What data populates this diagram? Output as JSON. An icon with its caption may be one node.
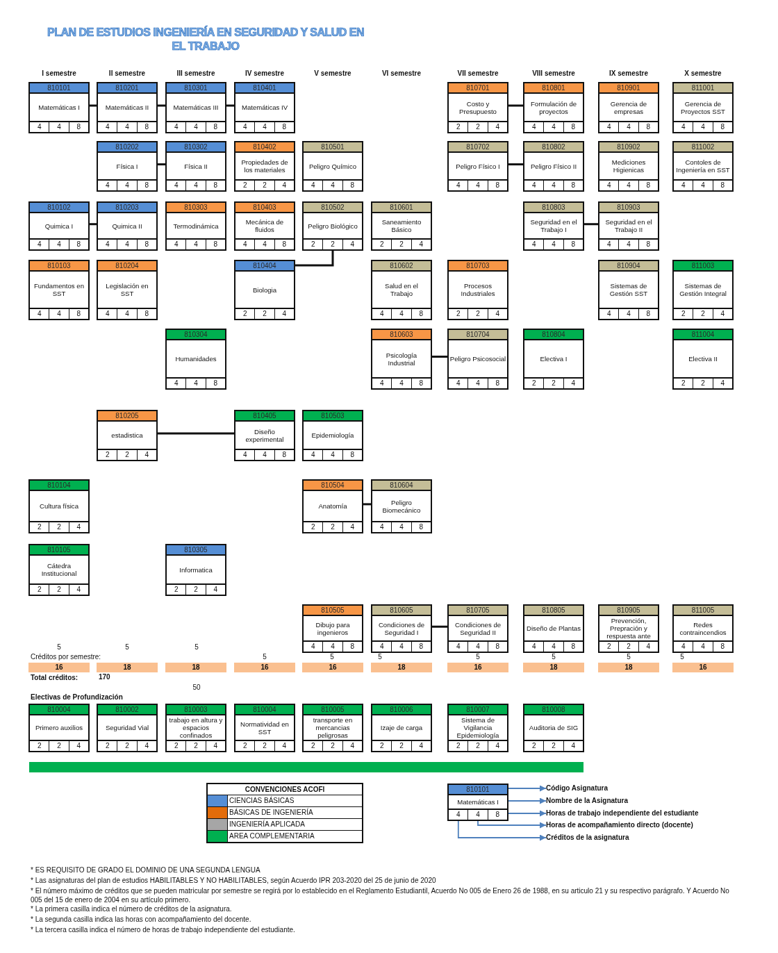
{
  "diagram": {
    "title": "PLAN DE ESTUDIOS INGENIERÍA EN SEGURIDAD Y SALUD EN EL TRABAJO",
    "nodes": [
      {
        "text": [
          "810101",
          "Matemáticas I",
          "4",
          "4",
          "8"
        ]
      },
      {
        "text": [
          "810201",
          "Matemáticas II",
          "4",
          "4",
          "8"
        ]
      },
      {
        "text": [
          "810301",
          "Matemáticas III",
          "4",
          "4",
          "8"
        ]
      },
      {
        "text": [
          "810401",
          "Matemáticas IV",
          "4",
          "4",
          "8"
        ]
      },
      {
        "text": [
          "810701",
          "Costo y Presupuesto",
          "2",
          "2",
          "4"
        ]
      },
      {
        "text": [
          "810801",
          "Formulación de proyectos",
          "4",
          "4",
          "8"
        ]
      },
      {
        "text": [
          "810901",
          "Gerencia de empresas",
          "4",
          "4",
          "8"
        ]
      },
      {
        "text": [
          "811001",
          "Gerencia de Proyectos SST",
          "4",
          "4",
          "8"
        ]
      },
      {
        "text": [
          "810202",
          "Física I",
          "4",
          "4",
          "8"
        ]
      },
      {
        "text": [
          "810302",
          "Física II",
          "4",
          "4",
          "8"
        ]
      },
      {
        "text": [
          "810402",
          "Propiedades de los materiales",
          "2",
          "2",
          "4"
        ]
      },
      {
        "text": [
          "810501",
          "Peligro Químico",
          "4",
          "4",
          "8"
        ]
      },
      {
        "text": [
          "810702",
          "Peligro Físico I",
          "4",
          "4",
          "8"
        ]
      },
      {
        "text": [
          "810802",
          "Peligro Físico II",
          "4",
          "4",
          "8"
        ]
      },
      {
        "text": [
          "810902",
          "Mediciones Higienicas",
          "4",
          "4",
          "8"
        ]
      },
      {
        "text": [
          "811002",
          "Contoles de Ingeniería en SST",
          "4",
          "4",
          "8"
        ]
      },
      {
        "text": [
          "810102",
          "Quimica I",
          "4",
          "4",
          "8"
        ]
      },
      {
        "text": [
          "810203",
          "Quimica II",
          "4",
          "4",
          "8"
        ]
      },
      {
        "text": [
          "810303",
          "Termodinámica",
          "4",
          "4",
          "8"
        ]
      },
      {
        "text": [
          "810403",
          "Mecánica de fluidos",
          "4",
          "4",
          "8"
        ]
      },
      {
        "text": [
          "810502",
          "Peligro Biológico",
          "2",
          "2",
          "4"
        ]
      },
      {
        "text": [
          "810601",
          "Saneamiento Básico",
          "2",
          "2",
          "4"
        ]
      },
      {
        "text": [
          "810803",
          "Seguridad en el Trabajo I",
          "4",
          "4",
          "8"
        ]
      },
      {
        "text": [
          "810903",
          "Seguridad en el Trabajo II",
          "4",
          "4",
          "8"
        ]
      },
      {
        "text": [
          "810103",
          "Fundamentos en SST",
          "4",
          "4",
          "8"
        ]
      },
      {
        "text": [
          "810204",
          "Legislación en SST",
          "4",
          "4",
          "8"
        ]
      },
      {
        "text": [
          "810404",
          "Biologia",
          "2",
          "2",
          "4"
        ]
      },
      {
        "text": [
          "810602",
          "Salud en el Trabajo",
          "4",
          "4",
          "8"
        ]
      },
      {
        "text": [
          "810703",
          "Procesos Industriales",
          "2",
          "2",
          "4"
        ]
      },
      {
        "text": [
          "810904",
          "Sistemas de Gestión SST",
          "4",
          "4",
          "8"
        ]
      },
      {
        "text": [
          "811003",
          "Sistemas de Gestión Integral",
          "2",
          "2",
          "4"
        ]
      },
      {
        "text": [
          "810304",
          "Humanidades",
          "4",
          "4",
          "8"
        ]
      },
      {
        "text": [
          "810603",
          "Psicología Industrial",
          "4",
          "4",
          "8"
        ]
      },
      {
        "text": [
          "810704",
          "Peligro Psicosocial",
          "4",
          "4",
          "8"
        ]
      },
      {
        "text": [
          "810804",
          "Electiva I",
          "2",
          "2",
          "4"
        ]
      },
      {
        "text": [
          "811004",
          "Electiva II",
          "2",
          "2",
          "4"
        ]
      },
      {
        "text": [
          "810205",
          "estadistica",
          "2",
          "2",
          "4"
        ]
      },
      {
        "text": [
          "810405",
          "Diseño experimental",
          "4",
          "4",
          "8"
        ]
      },
      {
        "text": [
          "810503",
          "Epidemiología",
          "4",
          "4",
          "8"
        ]
      },
      {
        "text": [
          "810104",
          "Cultura física",
          "2",
          "2",
          "4"
        ]
      },
      {
        "text": [
          "810504",
          "Anatomía",
          "2",
          "2",
          "4"
        ]
      },
      {
        "text": [
          "810604",
          "Peligro Biomecánico",
          "4",
          "4",
          "8"
        ]
      },
      {
        "text": [
          "810105",
          "Cátedra Institucional",
          "2",
          "2",
          "4"
        ]
      },
      {
        "text": [
          "810305",
          "Informatica",
          "2",
          "2",
          "4"
        ]
      },
      {
        "text": [
          "810505",
          "Dibujo para ingenieros",
          "4",
          "4",
          "8"
        ]
      },
      {
        "text": [
          "810605",
          "Condiciones de Seguridad I",
          "4",
          "4",
          "8"
        ]
      },
      {
        "text": [
          "810705",
          "Condiciones de Seguridad II",
          "4",
          "4",
          "8"
        ]
      },
      {
        "text": [
          "810805",
          "Diseño de Plantas",
          "4",
          "4",
          "8"
        ]
      },
      {
        "text": [
          "810905",
          "Prevención, Prepración y respuesta ante",
          "2",
          "2",
          "4"
        ]
      },
      {
        "text": [
          "811005",
          "Redes contraincendios",
          "4",
          "4",
          "8"
        ]
      },
      {
        "text": [
          "16"
        ]
      },
      {
        "text": [
          "18"
        ]
      },
      {
        "text": [
          "18"
        ]
      },
      {
        "text": [
          "16"
        ]
      },
      {
        "text": [
          "16"
        ]
      },
      {
        "text": [
          "18"
        ]
      },
      {
        "text": [
          "16"
        ]
      },
      {
        "text": [
          "18"
        ]
      },
      {
        "text": [
          "18"
        ]
      },
      {
        "text": [
          "16"
        ]
      },
      {
        "text": [
          "810004",
          "Primero auxilios",
          "2",
          "2",
          "4"
        ]
      },
      {
        "text": [
          "810002",
          "Seguridad Vial",
          "2",
          "2",
          "4"
        ]
      },
      {
        "text": [
          "810003",
          "trabajo en altura y espacios confinados",
          "2",
          "2",
          "4"
        ]
      },
      {
        "text": [
          "810004",
          "Normatividad en SST",
          "2",
          "2",
          "4"
        ]
      },
      {
        "text": [
          "810005",
          "transporte en mercancias peligrosas",
          "2",
          "2",
          "4"
        ]
      },
      {
        "text": [
          "810006",
          "Izaje de carga",
          "2",
          "2",
          "4"
        ]
      },
      {
        "text": [
          "810007",
          "Sistema de Vigilancia Epidemiología",
          "2",
          "2",
          "4"
        ]
      },
      {
        "text": [
          "810008",
          "Auditoria de SIG",
          "2",
          "2",
          "4"
        ]
      },
      {
        "text": [
          "810101",
          "Matemáticas I",
          "4",
          "4",
          "8"
        ]
      },
      {
        "text": [
          "Código Asignatura"
        ]
      },
      {
        "text": [
          "Nombre de la Asignatura"
        ]
      },
      {
        "text": [
          "Horas de trabajo independiente del estudiante"
        ]
      },
      {
        "text": [
          "Horas de acompañamiento directo (docente)"
        ]
      },
      {
        "text": [
          "Créditos de la asignatura"
        ]
      }
    ],
    "edges": [
      {
        "from": 0,
        "to": 1,
        "arrow": "none"
      },
      {
        "from": 1,
        "to": 2,
        "arrow": "none"
      },
      {
        "from": 2,
        "to": 3,
        "arrow": "none"
      },
      {
        "from": 4,
        "to": 5,
        "arrow": "none"
      },
      {
        "from": 8,
        "to": 9,
        "arrow": "none"
      },
      {
        "from": 12,
        "to": 13,
        "arrow": "none"
      },
      {
        "from": 16,
        "to": 17,
        "arrow": "none"
      },
      {
        "from": 26,
        "to": 20,
        "arrow": "none"
      },
      {
        "from": 22,
        "to": 23,
        "arrow": "none"
      },
      {
        "from": 32,
        "to": 33,
        "arrow": "none"
      },
      {
        "from": 36,
        "to": 37,
        "arrow": "none"
      },
      {
        "from": 40,
        "to": 41,
        "arrow": "none"
      },
      {
        "from": 45,
        "to": 46,
        "arrow": "none"
      },
      {
        "from": 68,
        "to": 69,
        "arrow": "to",
        "color": "#4f81bd"
      },
      {
        "from": 68,
        "to": 70,
        "arrow": "to",
        "color": "#4f81bd"
      },
      {
        "from": 68,
        "to": 71,
        "arrow": "to",
        "color": "#4f81bd"
      },
      {
        "from": 68,
        "to": 72,
        "arrow": "to",
        "color": "#4f81bd"
      },
      {
        "from": 68,
        "to": 73,
        "arrow": "to",
        "color": "#4f81bd"
      }
    ],
    "labels": [
      "I semestre",
      "II semestre",
      "III semestre",
      "IV semestre",
      "V semestre",
      "VI semestre",
      "VII semestre",
      "VIII semestre",
      "IX semestre",
      "X semestre",
      "5",
      "5",
      "5",
      "Créditos por semestre:",
      "5",
      "5",
      "5",
      "5",
      "5",
      "5",
      "5",
      "Total créditos:",
      "170",
      "50",
      "Electivas de Profundización",
      "CONVENCIONES ACOFI",
      "* ES REQUISITO DE GRADO EL DOMINIO DE UNA SEGUNDA LENGUA",
      "* Las asignaturas del plan de estudios HABILITABLES Y NO HABILITABLES, según Acuerdo IPR 203-2020 del 25 de junio de 2020",
      "* El número máximo de créditos que se pueden matricular por semestre se regirá por lo establecido en el Reglamento Estudiantil, Acuerdo No 005 de Enero 26 de 1988, en su articulo 21 y su respectivo parágrafo. Y Acuerdo No 005 del 15 de enero de 2004 en su artículo primero.",
      "* La primera casilla indica el número de créditos de la asignatura.",
      "* La segunda casilla indica las horas con acompañamiento del docente.",
      "* La tercera casilla indica el número de horas de trabajo independiente del estudiante."
    ],
    "legend": [
      {
        "text": "CIENCIAS BÁSICAS",
        "color": "#558ed5"
      },
      {
        "text": "BÁSICAS DE INGENIERÍA",
        "color": "#e36c0a"
      },
      {
        "text": "INGENIERÍA APLICADA",
        "color": "#a6a6a6"
      },
      {
        "text": "AREA COMPLEMENTARIA",
        "color": "#00b050"
      }
    ]
  }
}
